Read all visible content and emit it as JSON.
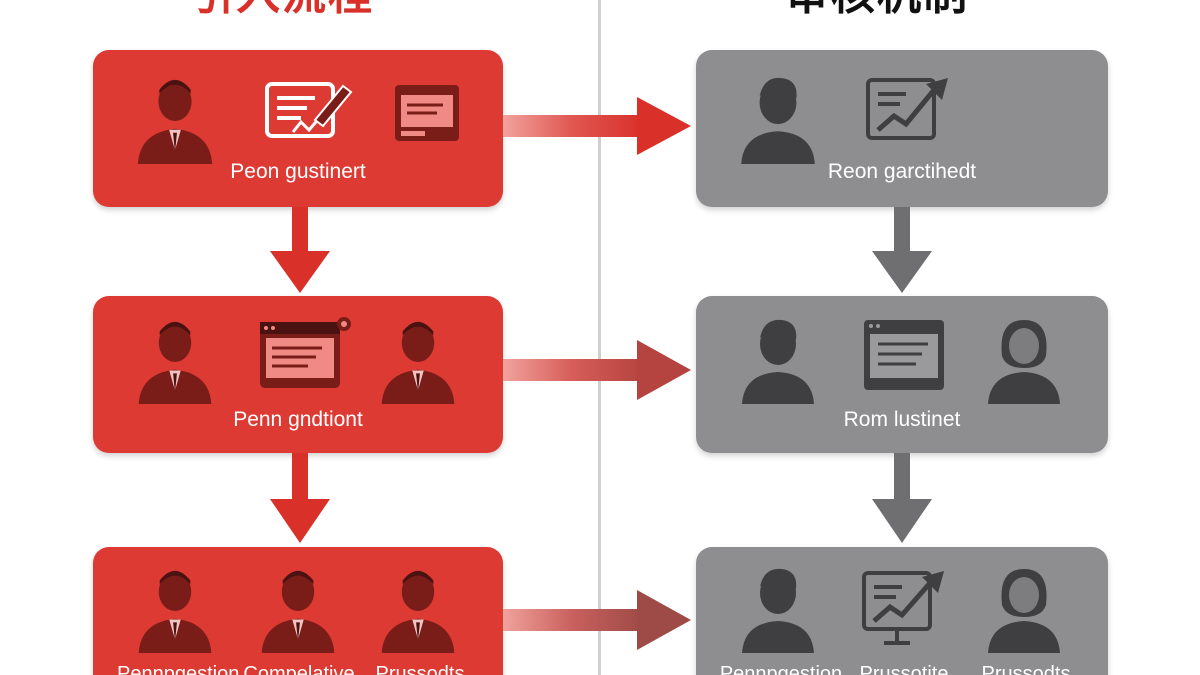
{
  "titles": {
    "left": "引入流程",
    "right": "审核机制"
  },
  "colors": {
    "red_panel": "#de3a34",
    "gray_panel": "#8e8e90",
    "red_arrow": "#d9302a",
    "gray_arrow": "#6f6f72"
  },
  "left_column": {
    "boxes": [
      {
        "label": "Peon gustinert"
      },
      {
        "label": "Penn gndtiont"
      },
      {
        "labels": [
          "Pennpgestion",
          "Compelative",
          "Prussodts"
        ]
      }
    ]
  },
  "right_column": {
    "boxes": [
      {
        "label": "Reon garctihedt"
      },
      {
        "label": "Rom lustinet"
      },
      {
        "labels": [
          "Pennpgestion",
          "Prussotite",
          "Prussodts"
        ]
      }
    ]
  },
  "icons": {
    "person": "person-icon",
    "document": "document-edit-icon",
    "window": "browser-window-icon",
    "chart": "growth-chart-icon",
    "female": "female-person-icon"
  }
}
